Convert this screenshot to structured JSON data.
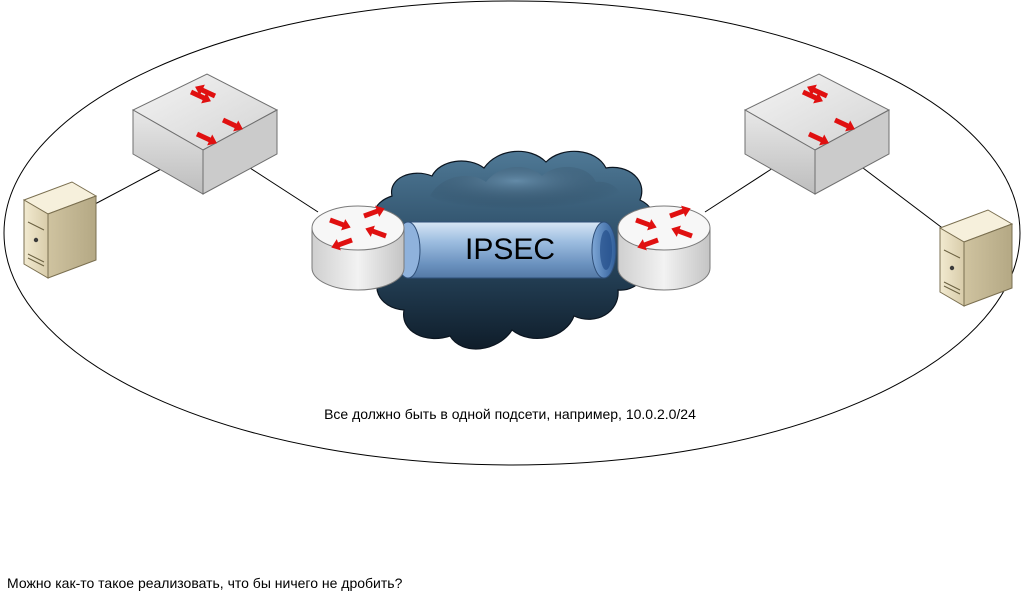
{
  "diagram": {
    "tunnel_label": "IPSEC",
    "subnet_note": "Все должно быть в одной подсети, например, 10.0.2.0/24",
    "nodes": {
      "left_server": "server-icon",
      "left_switch": "switch-icon",
      "left_router": "router-icon",
      "cloud": "cloud-icon",
      "tunnel": "tunnel-pipe-icon",
      "right_router": "router-icon",
      "right_switch": "switch-icon",
      "right_server": "server-icon"
    },
    "colors": {
      "arrow_red": "#e01010",
      "cloud_dark": "#1d3346",
      "tunnel_blue": "#7fa6d2",
      "device_gray": "#d9d9d9"
    }
  },
  "footer": {
    "question": "Можно как-то такое реализовать, что бы ничего не дробить?"
  }
}
